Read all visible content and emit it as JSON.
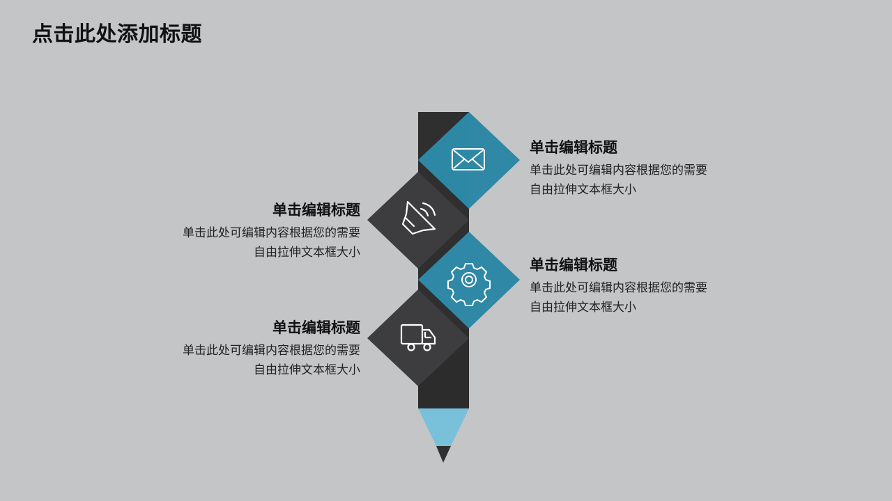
{
  "title": "点击此处添加标题",
  "colors": {
    "background": "#c4c5c7",
    "pencil_body": "#2f2f30",
    "diamond_dark": "#3d3d3f",
    "diamond_blue": "#2e88a6",
    "pencil_tip": "#79c0da"
  },
  "items": [
    {
      "side": "right",
      "icon": "envelope-icon",
      "title": "单击编辑标题",
      "line1": "单击此处可编辑内容根据您的需要",
      "line2": "自由拉伸文本框大小"
    },
    {
      "side": "left",
      "icon": "speaker-icon",
      "title": "单击编辑标题",
      "line1": "单击此处可编辑内容根据您的需要",
      "line2": "自由拉伸文本框大小"
    },
    {
      "side": "right",
      "icon": "gear-icon",
      "title": "单击编辑标题",
      "line1": "单击此处可编辑内容根据您的需要",
      "line2": "自由拉伸文本框大小"
    },
    {
      "side": "left",
      "icon": "truck-icon",
      "title": "单击编辑标题",
      "line1": "单击此处可编辑内容根据您的需要",
      "line2": "自由拉伸文本框大小"
    }
  ]
}
